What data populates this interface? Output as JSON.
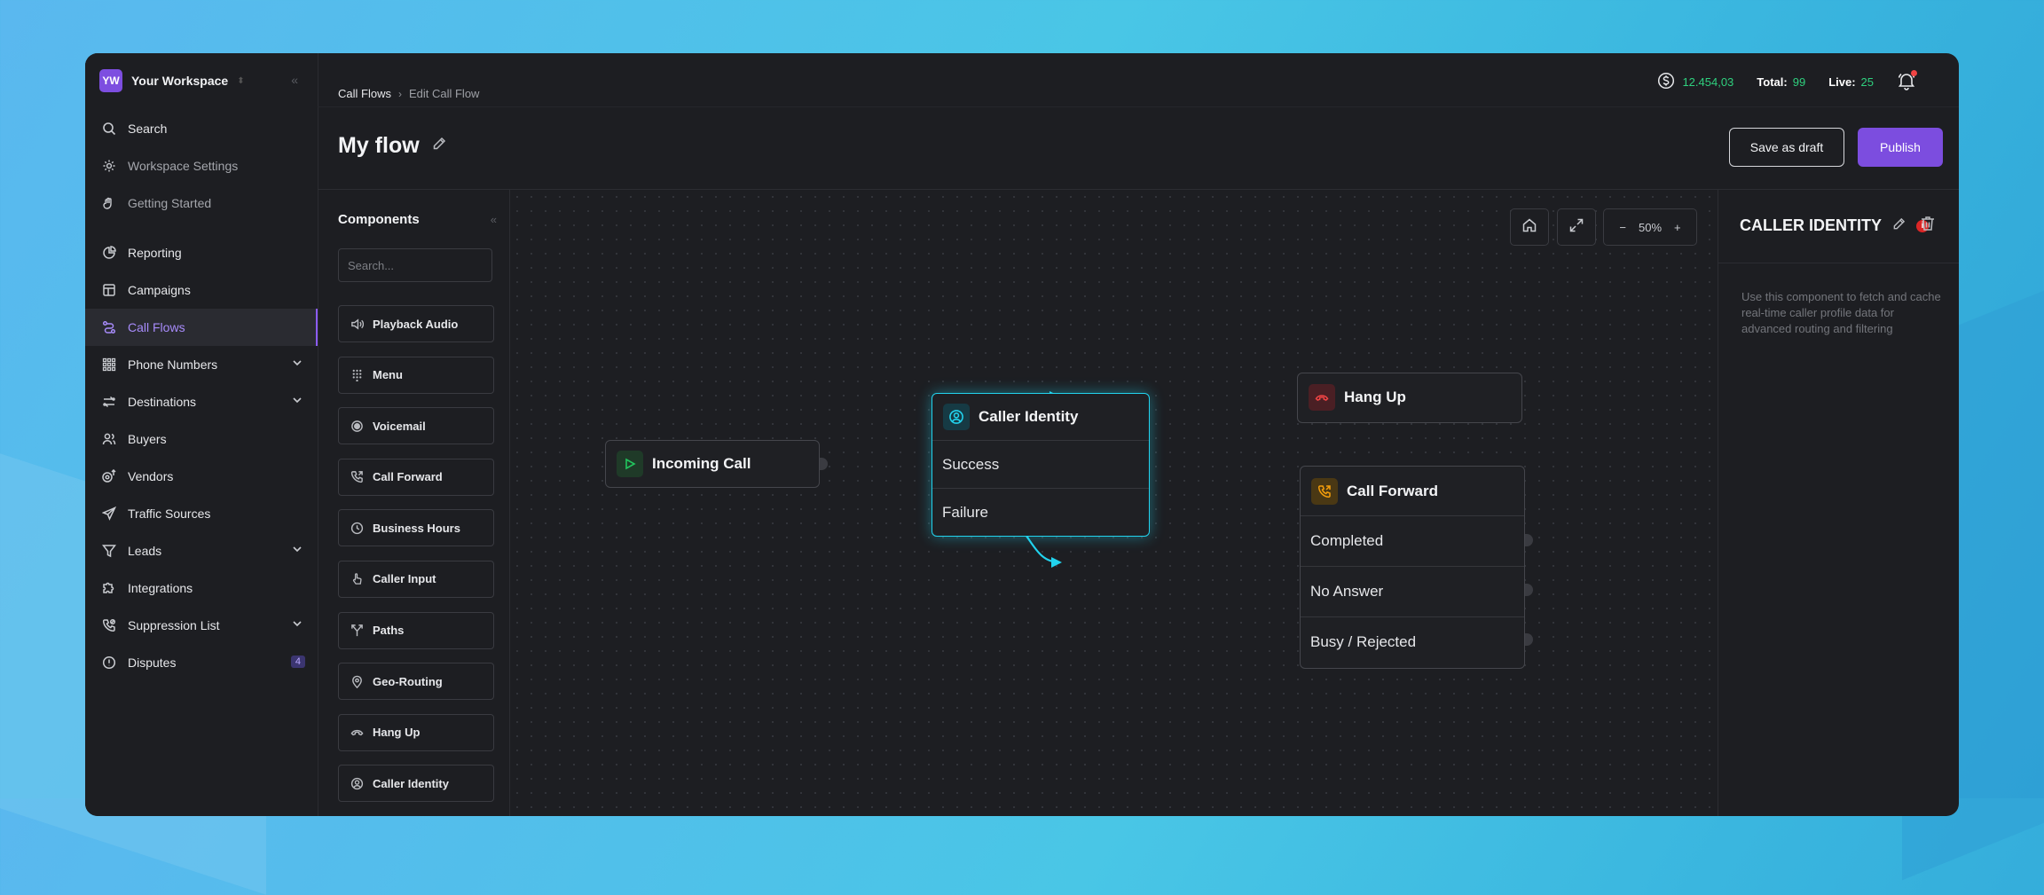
{
  "workspace": {
    "initials": "YW",
    "name": "Your Workspace"
  },
  "nav": {
    "top": [
      {
        "label": "Search",
        "icon": "search-icon"
      },
      {
        "label": "Workspace Settings",
        "icon": "gear-icon"
      },
      {
        "label": "Getting Started",
        "icon": "wave-hand-icon"
      }
    ],
    "main": [
      {
        "label": "Reporting",
        "icon": "pie-chart-icon"
      },
      {
        "label": "Campaigns",
        "icon": "layout-icon"
      },
      {
        "label": "Call Flows",
        "icon": "route-icon",
        "active": true
      },
      {
        "label": "Phone Numbers",
        "icon": "dialpad-icon",
        "expandable": true
      },
      {
        "label": "Destinations",
        "icon": "arrows-icon",
        "expandable": true
      },
      {
        "label": "Buyers",
        "icon": "users-icon"
      },
      {
        "label": "Vendors",
        "icon": "vendor-icon"
      },
      {
        "label": "Traffic Sources",
        "icon": "send-icon"
      },
      {
        "label": "Leads",
        "icon": "filter-icon",
        "expandable": true
      },
      {
        "label": "Integrations",
        "icon": "puzzle-icon"
      },
      {
        "label": "Suppression List",
        "icon": "phone-off-icon",
        "expandable": true
      },
      {
        "label": "Disputes",
        "icon": "alert-circle-icon",
        "badge": "4"
      }
    ]
  },
  "breadcrumb": {
    "root": "Call Flows",
    "current": "Edit Call Flow"
  },
  "stats": {
    "balance": "12.454,03",
    "total_label": "Total:",
    "total": "99",
    "live_label": "Live:",
    "live": "25"
  },
  "page": {
    "title": "My flow"
  },
  "actions": {
    "draft": "Save as draft",
    "publish": "Publish"
  },
  "components": {
    "title": "Components",
    "search_placeholder": "Search...",
    "items": [
      {
        "label": "Playback Audio",
        "icon": "speaker-icon"
      },
      {
        "label": "Menu",
        "icon": "grid-icon"
      },
      {
        "label": "Voicemail",
        "icon": "record-icon"
      },
      {
        "label": "Call Forward",
        "icon": "phone-forward-icon"
      },
      {
        "label": "Business Hours",
        "icon": "clock-icon"
      },
      {
        "label": "Caller Input",
        "icon": "pointer-icon"
      },
      {
        "label": "Paths",
        "icon": "split-icon"
      },
      {
        "label": "Geo-Routing",
        "icon": "pin-icon"
      },
      {
        "label": "Hang Up",
        "icon": "hangup-icon"
      },
      {
        "label": "Caller Identity",
        "icon": "user-circle-icon"
      }
    ]
  },
  "canvas": {
    "zoom": "50%",
    "nodes": {
      "incoming": {
        "title": "Incoming Call"
      },
      "identity": {
        "title": "Caller Identity",
        "rows": [
          "Success",
          "Failure"
        ]
      },
      "hangup": {
        "title": "Hang Up"
      },
      "forward": {
        "title": "Call Forward",
        "rows": [
          "Completed",
          "No Answer",
          "Busy / Rejected"
        ]
      }
    }
  },
  "inspector": {
    "title": "CALLER IDENTITY",
    "description": "Use this component to fetch and cache real-time caller profile data for advanced routing and filtering"
  },
  "colors": {
    "accent": "#7c4ddf",
    "wire": "#22d3ee",
    "positive": "#2fd07e",
    "danger": "#ef4444"
  }
}
